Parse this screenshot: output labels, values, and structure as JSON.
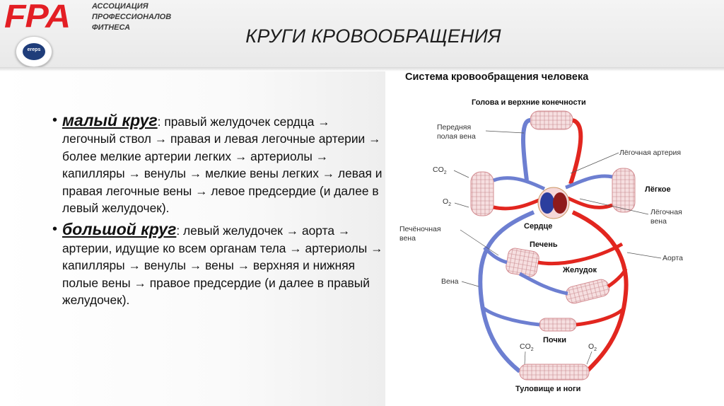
{
  "header": {
    "logo": "FPA",
    "association_line1": "АССОЦИАЦИЯ",
    "association_line2": "ПРОФЕССИОНАЛОВ",
    "association_line3": "ФИТНЕСА",
    "badge": "ereps",
    "title": "КРУГИ КРОВООБРАЩЕНИЯ"
  },
  "content": {
    "bullets": [
      {
        "term": "малый круг",
        "text": ": правый желудочек сердца → легочный ствол → правая и левая легочные артерии → более мелкие артерии легких → артериолы → капилляры → венулы → мелкие вены легких → левая и правая легочные вены → левое предсердие (и далее в левый желудочек)."
      },
      {
        "term": "большой круг",
        "text": ": левый желудочек → аорта → артерии, идущие ко всем органам тела → артериолы → капилляры → венулы → вены → верхняя и нижняя полые вены → правое предсердие (и далее в правый желудочек)."
      }
    ]
  },
  "diagram": {
    "title": "Система кровообращения человека",
    "labels": {
      "head": "Голова и верхние конечности",
      "vena_cava_1": "Передняя",
      "vena_cava_2": "полая вена",
      "pulm_artery": "Лёгочная артерия",
      "co2_left": "CO",
      "co2_left_sub": "2",
      "o2_left": "O",
      "o2_left_sub": "2",
      "lung": "Лёгкое",
      "pulm_vein_1": "Лёгочная",
      "pulm_vein_2": "вена",
      "hepatic_1": "Печёночная",
      "hepatic_2": "вена",
      "heart": "Сердце",
      "liver": "Печень",
      "aorta": "Аорта",
      "stomach": "Желудок",
      "vein": "Вена",
      "kidneys": "Почки",
      "co2_bottom": "CO",
      "co2_bottom_sub": "2",
      "o2_bottom": "O",
      "o2_bottom_sub": "2",
      "trunk": "Туловище и ноги"
    },
    "colors": {
      "artery": "#e2261f",
      "vein": "#3b4fb5",
      "capillary": "#f3d9da"
    }
  }
}
